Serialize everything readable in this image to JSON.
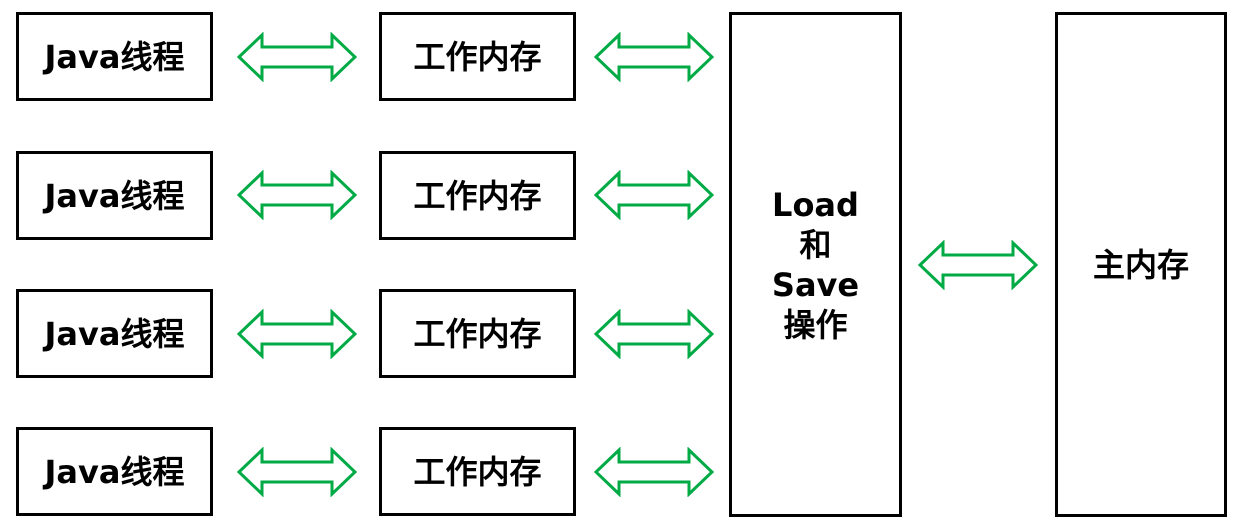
{
  "diagram": {
    "threads": [
      {
        "label": "Java线程"
      },
      {
        "label": "Java线程"
      },
      {
        "label": "Java线程"
      },
      {
        "label": "Java线程"
      }
    ],
    "working_memories": [
      {
        "label": "工作内存"
      },
      {
        "label": "工作内存"
      },
      {
        "label": "工作内存"
      },
      {
        "label": "工作内存"
      }
    ],
    "operation": {
      "line1": "Load",
      "line2": "和",
      "line3": "Save",
      "line4": "操作"
    },
    "main_memory": {
      "label": "主内存"
    },
    "colors": {
      "arrow": "#00aa44",
      "border": "#000000",
      "text": "#000000"
    }
  }
}
